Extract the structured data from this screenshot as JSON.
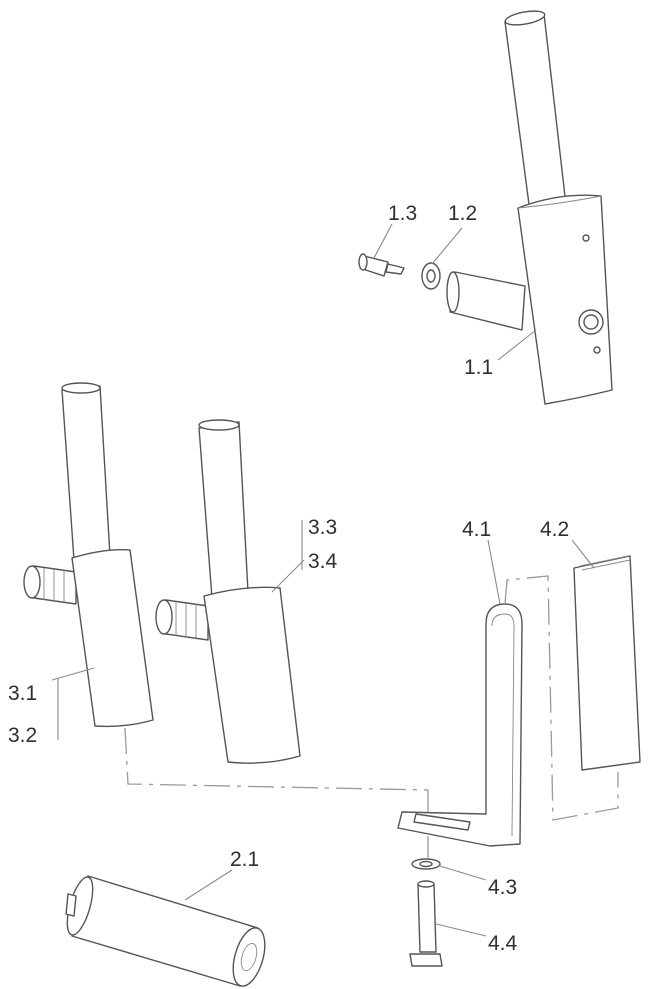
{
  "labels": {
    "l11": "1.1",
    "l12": "1.2",
    "l13": "1.3",
    "l21": "2.1",
    "l31": "3.1",
    "l32": "3.2",
    "l33": "3.3",
    "l34": "3.4",
    "l41": "4.1",
    "l42": "4.2",
    "l43": "4.3",
    "l44": "4.4"
  }
}
